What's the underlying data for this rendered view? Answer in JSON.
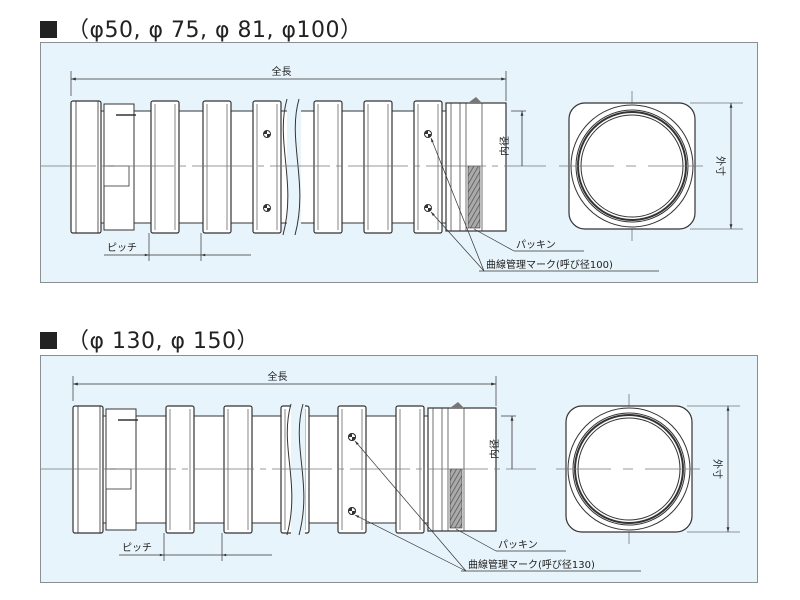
{
  "sections": [
    {
      "title": "（φ50, φ 75, φ 81, φ100）",
      "labels": {
        "overall_length": "全長",
        "inner_diameter": "内径",
        "outer_size": "外寸",
        "pitch": "ピッチ",
        "packing": "パッキン",
        "curve_mark": "曲線管理マーク(呼び径100)"
      }
    },
    {
      "title": "（φ 130, φ 150）",
      "labels": {
        "overall_length": "全長",
        "inner_diameter": "内径",
        "outer_size": "外寸",
        "pitch": "ピッチ",
        "packing": "パッキン",
        "curve_mark": "曲線管理マーク(呼び径130)"
      }
    }
  ],
  "colors": {
    "panel_bg": "#e8f4fc",
    "line": "#333333",
    "centerline": "#777777"
  }
}
